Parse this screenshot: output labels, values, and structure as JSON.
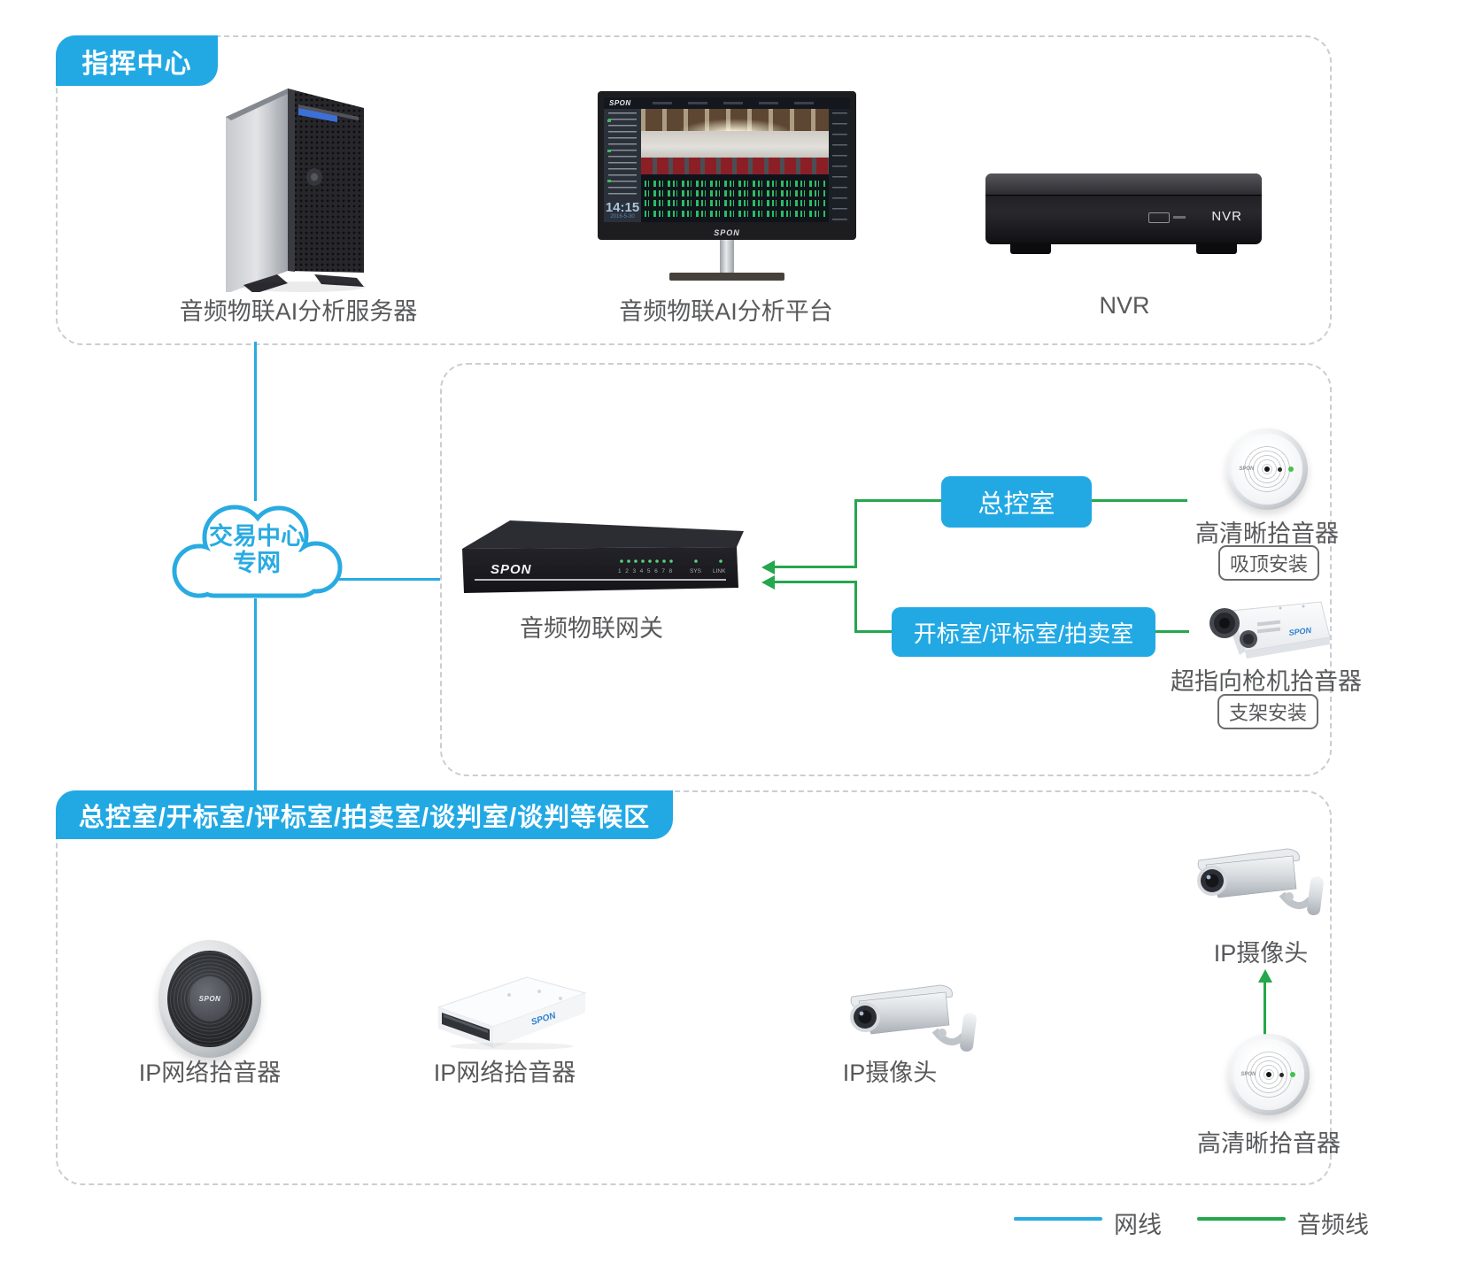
{
  "colors": {
    "blue": "#29abe2",
    "green": "#25a74d",
    "label_text": "#58595b"
  },
  "top_section": {
    "title": "指挥中心"
  },
  "server": {
    "label": "音频物联AI分析服务器"
  },
  "monitor": {
    "label": "音频物联AI分析平台",
    "brand_top": "SPON",
    "brand_bezel": "SPON",
    "time": "14:15",
    "date": "2016-5-30"
  },
  "nvr": {
    "label": "NVR",
    "panel_text": "NVR"
  },
  "cloud": {
    "line1": "交易中心",
    "line2": "专网"
  },
  "gateway": {
    "label": "音频物联网关",
    "brand": "SPON",
    "led_numbers": "1 2 3 4 5 6 7 8",
    "sys": "SYS",
    "link": "LINK"
  },
  "branch1": {
    "box": "总控室"
  },
  "branch2": {
    "box": "开标室/评标室/拍卖室"
  },
  "ceiling_mic_top": {
    "label": "高清晰拾音器",
    "tag": "吸顶安装",
    "brand": "SPON"
  },
  "gun_mic": {
    "label": "超指向枪机拾音器",
    "tag": "支架安装",
    "brand": "SPON"
  },
  "bottom_section": {
    "title": "总控室/开标室/评标室/拍卖室/谈判室/谈判等候区"
  },
  "round_mic": {
    "label": "IP网络拾音器",
    "brand": "SPON"
  },
  "box_mic": {
    "label": "IP网络拾音器",
    "brand": "SPON"
  },
  "camera_mid": {
    "label": "IP摄像头"
  },
  "camera_right": {
    "label": "IP摄像头"
  },
  "ceiling_mic_bottom": {
    "label": "高清晰拾音器",
    "brand": "SPON"
  },
  "legend": {
    "network": "网线",
    "audio": "音频线"
  }
}
